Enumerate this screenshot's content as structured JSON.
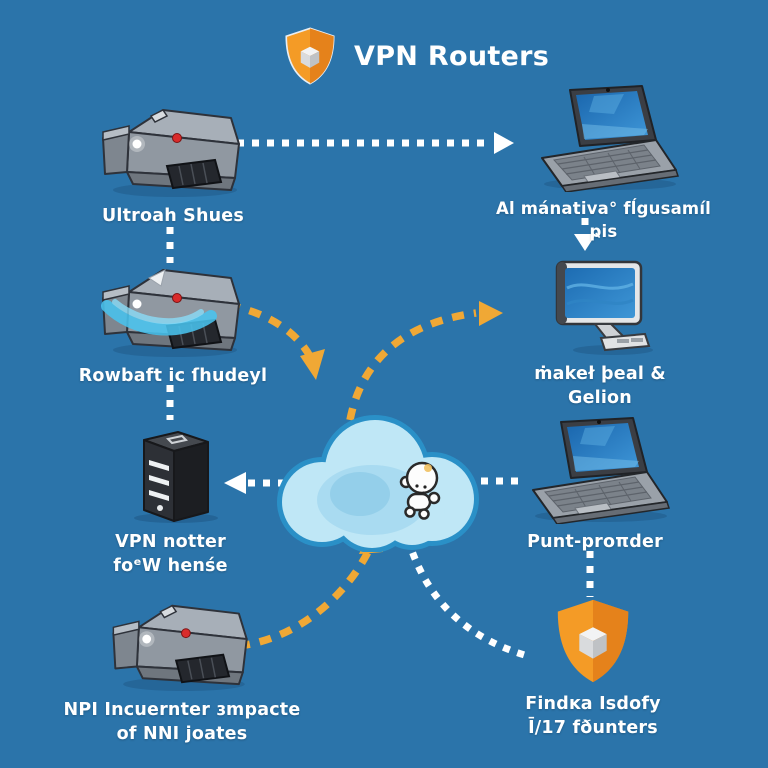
{
  "header": {
    "title": "VPN Routers",
    "icon": "shield-cube-icon"
  },
  "nodes": [
    {
      "id": "router-top-left",
      "icon": "router-icon",
      "label": "Ultroah Shues"
    },
    {
      "id": "laptop-top-right",
      "icon": "laptop-icon",
      "label": "Al mánativa° fĺgusamíl ҏis"
    },
    {
      "id": "router-middle-left",
      "icon": "router-wave-icon",
      "label": "Rowbaft ic ſhudeyl"
    },
    {
      "id": "monitor-middle-right",
      "icon": "desktop-monitor-icon",
      "label": "ṁakeł þeal &",
      "label2": "Gelion"
    },
    {
      "id": "server-left",
      "icon": "server-tower-icon",
      "label": "VPN notter",
      "label2": "foᵉW henśe"
    },
    {
      "id": "cloud-center",
      "icon": "cloud-character-icon",
      "label": ""
    },
    {
      "id": "laptop-right",
      "icon": "laptop-icon",
      "label": "Punt-proπder"
    },
    {
      "id": "router-bottom-left",
      "icon": "router-icon",
      "label": "NPI Incuernter ɜmpacte",
      "label2": "of NNI joates"
    },
    {
      "id": "shield-bottom-right",
      "icon": "shield-cube-icon",
      "label": "Findĸa Isdofy",
      "label2": "Ī/17 fðunters"
    }
  ],
  "connections": [
    {
      "from": "router-top-left",
      "to": "laptop-top-right",
      "color": "white",
      "style": "dashed-arrow-right"
    },
    {
      "from": "router-top-left",
      "to": "router-middle-left",
      "color": "white",
      "style": "dashed-line"
    },
    {
      "from": "laptop-top-right",
      "to": "monitor-middle-right",
      "color": "white",
      "style": "dashed-arrow-down"
    },
    {
      "from": "router-middle-left",
      "to": "cloud-center",
      "color": "yellow",
      "style": "dashed-curve-arrow"
    },
    {
      "from": "cloud-center",
      "to": "monitor-middle-right",
      "color": "yellow",
      "style": "dashed-curve-arrow"
    },
    {
      "from": "router-middle-left",
      "to": "server-left",
      "color": "white",
      "style": "dashed-line"
    },
    {
      "from": "cloud-center",
      "to": "server-left",
      "color": "white",
      "style": "dashed-arrow-left"
    },
    {
      "from": "cloud-center",
      "to": "laptop-right",
      "color": "white",
      "style": "dashed-line"
    },
    {
      "from": "router-bottom-left",
      "to": "cloud-center",
      "color": "yellow",
      "style": "dashed-curve-arrow"
    },
    {
      "from": "cloud-center",
      "to": "shield-bottom-right",
      "color": "white",
      "style": "dashed-curve"
    },
    {
      "from": "laptop-right",
      "to": "shield-bottom-right",
      "color": "white",
      "style": "dashed-line"
    }
  ],
  "colors": {
    "background": "#2b74aa",
    "arrow_white": "#ffffff",
    "arrow_yellow": "#f0a835",
    "shield_orange": "#f49b26",
    "shield_orange_dark": "#e5821b",
    "cloud_fill": "#bfe7f6",
    "cloud_outline": "#2a90c7",
    "label_text": "#ffffff"
  }
}
